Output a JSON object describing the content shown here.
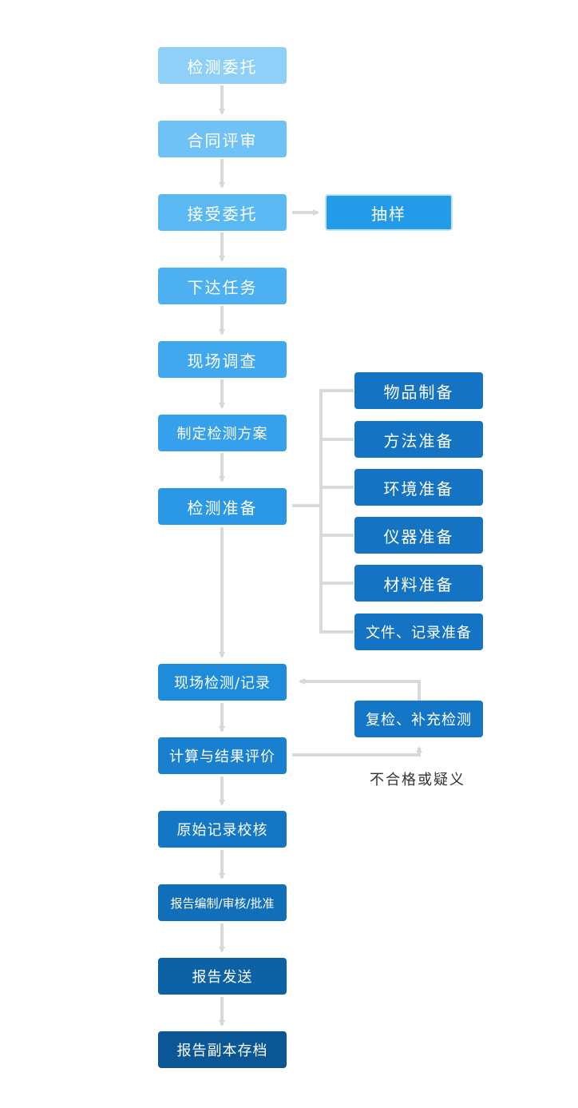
{
  "steps": {
    "s1": "检测委托",
    "s2": "合同评审",
    "s3": "接受委托",
    "s4": "下达任务",
    "s5": "现场调查",
    "s6": "制定检测方案",
    "s7": "检测准备",
    "s8": "现场检测/记录",
    "s9": "计算与结果评价",
    "s10": "原始记录校核",
    "s11": "报告编制/审核/批准",
    "s12": "报告发送",
    "s13": "报告副本存档"
  },
  "side": {
    "sampling": "抽样",
    "recheck": "复检、补充检测",
    "fail_label": "不合格或疑义"
  },
  "prep": [
    "物品制备",
    "方法准备",
    "环境准备",
    "仪器准备",
    "材料准备",
    "文件、记录准备"
  ],
  "colors": {
    "s1": "#8fd0f8",
    "s2": "#6ec2f5",
    "s3": "#5ab8f3",
    "s4": "#4cb0f1",
    "s5": "#40a8ee",
    "s6": "#35a0eb",
    "s7": "#2b98e6",
    "s8": "#1f8cdb",
    "s9": "#1880cf",
    "s10": "#1477c5",
    "s11": "#116eb9",
    "s12": "#0d62a6",
    "s13": "#0b5796",
    "sampling": "#249be8",
    "prep": "#1473c3",
    "recheck": "#1476c6",
    "connector": "#d7dadd"
  }
}
